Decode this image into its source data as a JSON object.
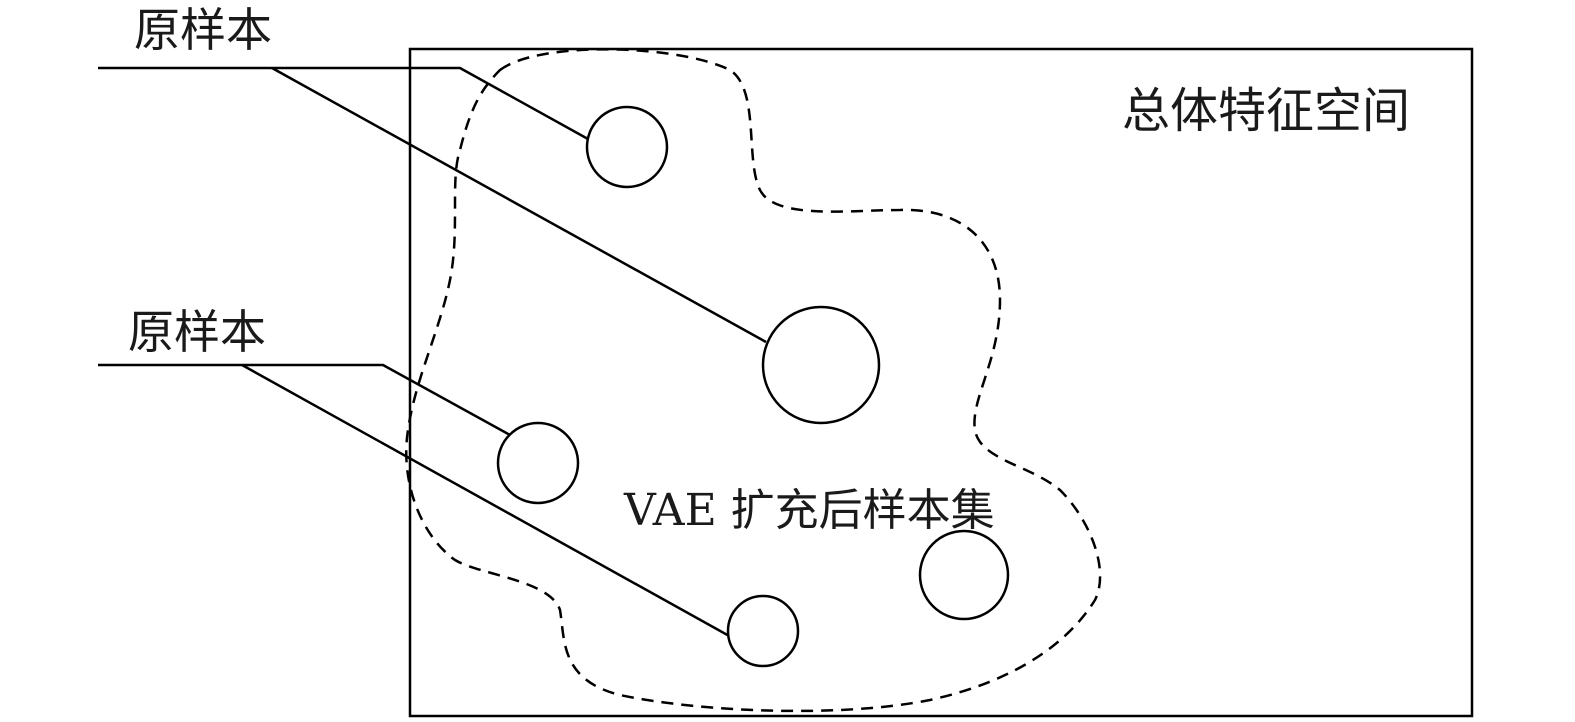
{
  "labels": {
    "feature_space": "总体特征空间",
    "original_sample_top": "原样本",
    "original_sample_bottom": "原样本",
    "vae_expanded_set": "VAE 扩充后样本集"
  }
}
